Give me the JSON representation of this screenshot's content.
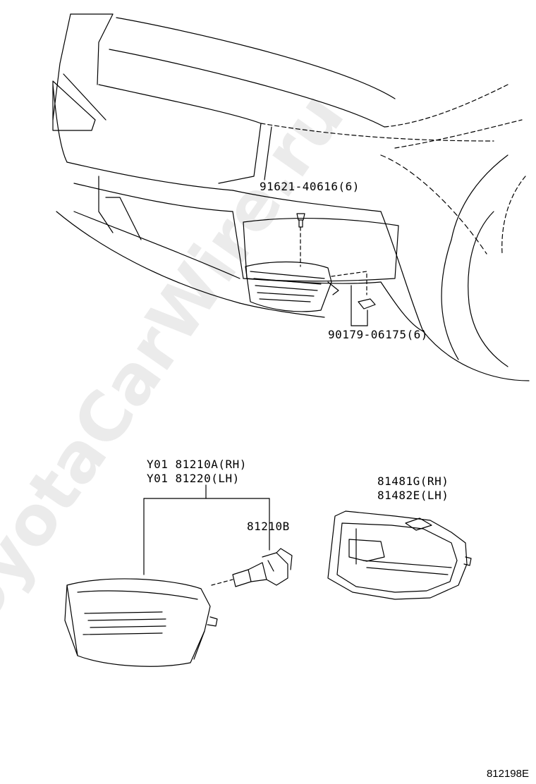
{
  "diagram": {
    "callouts": {
      "screw": "91621-40616(6)",
      "nut": "90179-06175(6)",
      "lamp_rh": "Y01 81210A(RH)",
      "lamp_lh": "Y01 81220(LH)",
      "bulb": "81210B",
      "cover_rh": "81481G(RH)",
      "cover_lh": "81482E(LH)"
    },
    "illustration_code": "812198E"
  },
  "watermark": "ToyotaCarWire.ru",
  "colors": {
    "line": "#000000",
    "background": "#ffffff",
    "watermark": "#d9d9d9"
  }
}
